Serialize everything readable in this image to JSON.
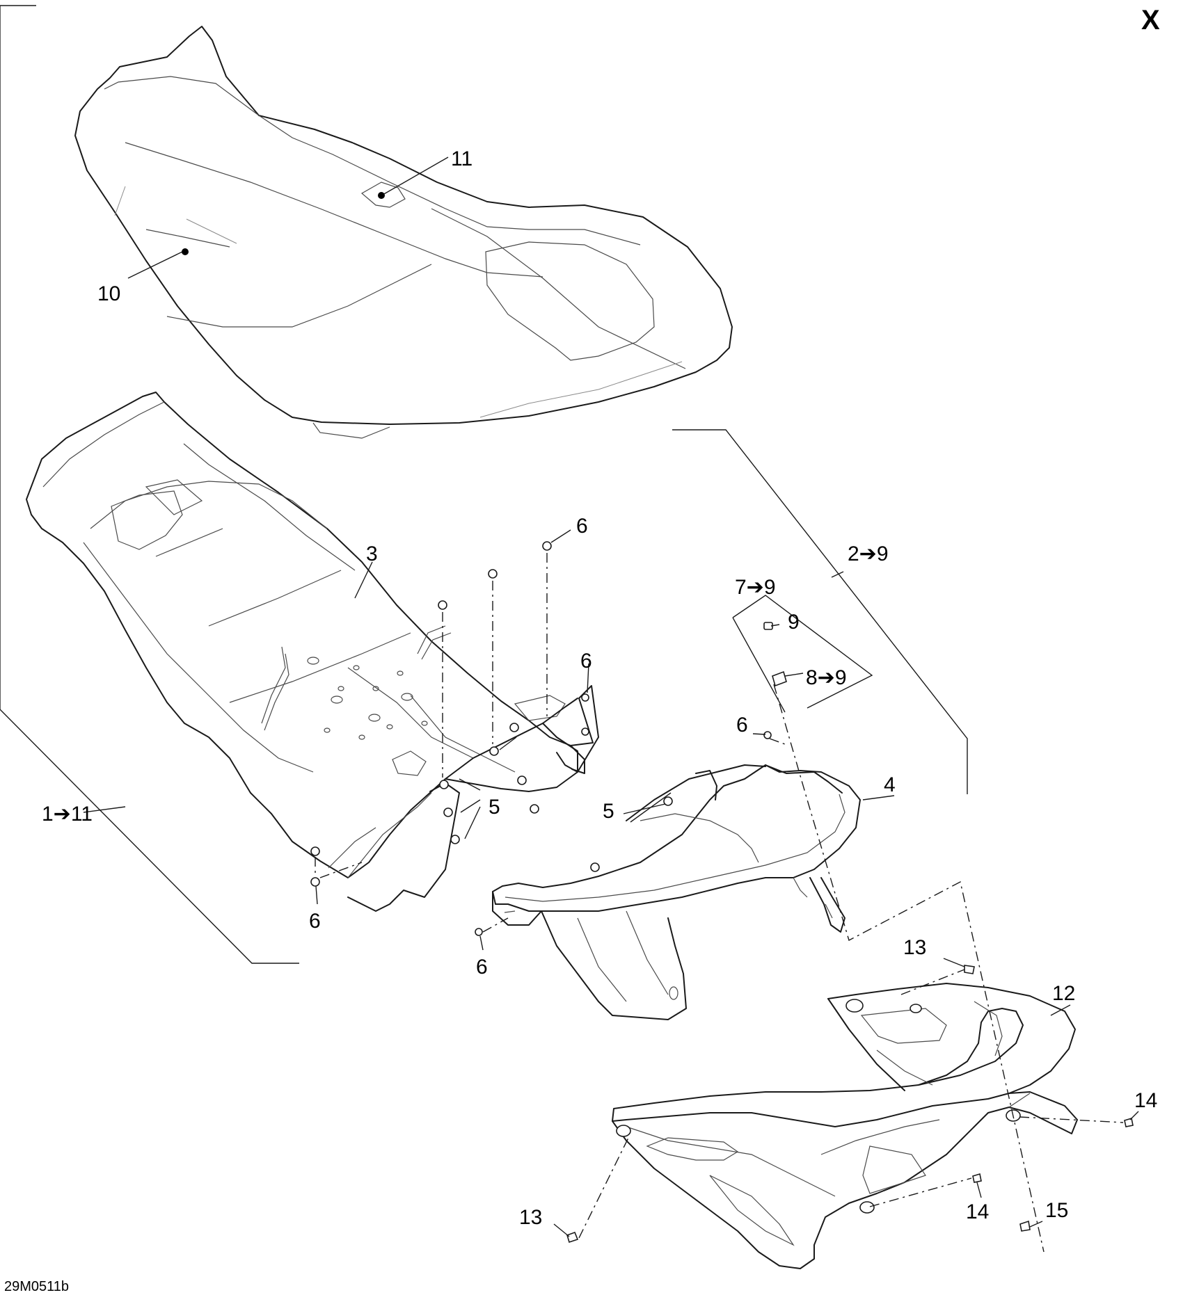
{
  "page_marker": "X",
  "drawing_code": "29M0511b",
  "callouts": [
    {
      "id": "c11a",
      "text": "11"
    },
    {
      "id": "c10",
      "text": "10"
    },
    {
      "id": "c3",
      "text": "3"
    },
    {
      "id": "c6a",
      "text": "6"
    },
    {
      "id": "c6b",
      "text": "6"
    },
    {
      "id": "c6c",
      "text": "6"
    },
    {
      "id": "c6d",
      "text": "6"
    },
    {
      "id": "c6e",
      "text": "6"
    },
    {
      "id": "c5a",
      "text": "5"
    },
    {
      "id": "c5b",
      "text": "5"
    },
    {
      "id": "c1to11",
      "text": "1➔11"
    },
    {
      "id": "c2to9",
      "text": "2➔9"
    },
    {
      "id": "c7to9",
      "text": "7➔9"
    },
    {
      "id": "c9",
      "text": "9"
    },
    {
      "id": "c8to9",
      "text": "8➔9"
    },
    {
      "id": "c4",
      "text": "4"
    },
    {
      "id": "c13a",
      "text": "13"
    },
    {
      "id": "c13b",
      "text": "13"
    },
    {
      "id": "c12",
      "text": "12"
    },
    {
      "id": "c14a",
      "text": "14"
    },
    {
      "id": "c14b",
      "text": "14"
    },
    {
      "id": "c15",
      "text": "15"
    }
  ]
}
